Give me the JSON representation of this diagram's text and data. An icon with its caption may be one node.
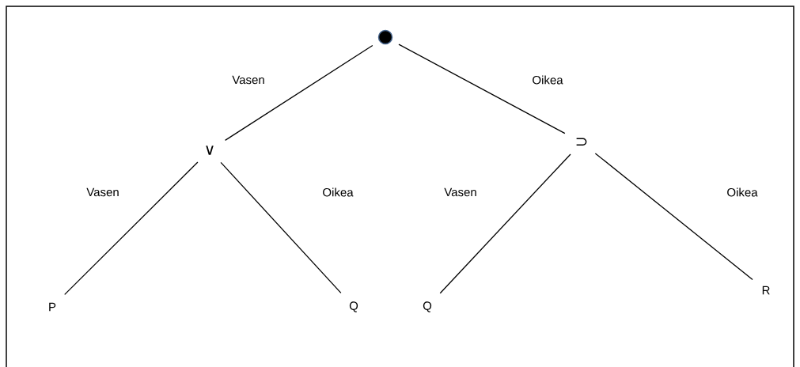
{
  "diagram": {
    "nodes": [
      {
        "text": [],
        "shape": "circle"
      },
      {
        "text": [
          "∨"
        ]
      },
      {
        "text": [
          "⊃"
        ]
      },
      {
        "text": [
          "P"
        ]
      },
      {
        "text": [
          "Q"
        ]
      },
      {
        "text": [
          "Q"
        ]
      },
      {
        "text": [
          "R"
        ]
      }
    ],
    "edges": [
      {
        "from": 0,
        "to": 1,
        "arrow": "none",
        "label": "Vasen"
      },
      {
        "from": 0,
        "to": 2,
        "arrow": "none",
        "label": "Oikea"
      },
      {
        "from": 1,
        "to": 3,
        "arrow": "none",
        "label": "Vasen"
      },
      {
        "from": 1,
        "to": 4,
        "arrow": "none",
        "label": "Oikea"
      },
      {
        "from": 2,
        "to": 5,
        "arrow": "none",
        "label": "Vasen"
      },
      {
        "from": 2,
        "to": 6,
        "arrow": "none",
        "label": "Oikea"
      }
    ]
  }
}
